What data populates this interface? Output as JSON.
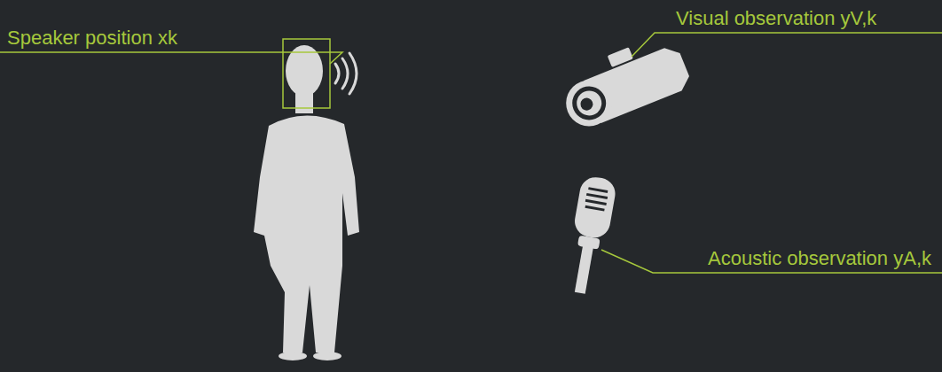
{
  "diagram": {
    "labels": [
      "Speaker position xk",
      "Visual observation yV,k",
      "Acoustic observation yA,k"
    ]
  }
}
